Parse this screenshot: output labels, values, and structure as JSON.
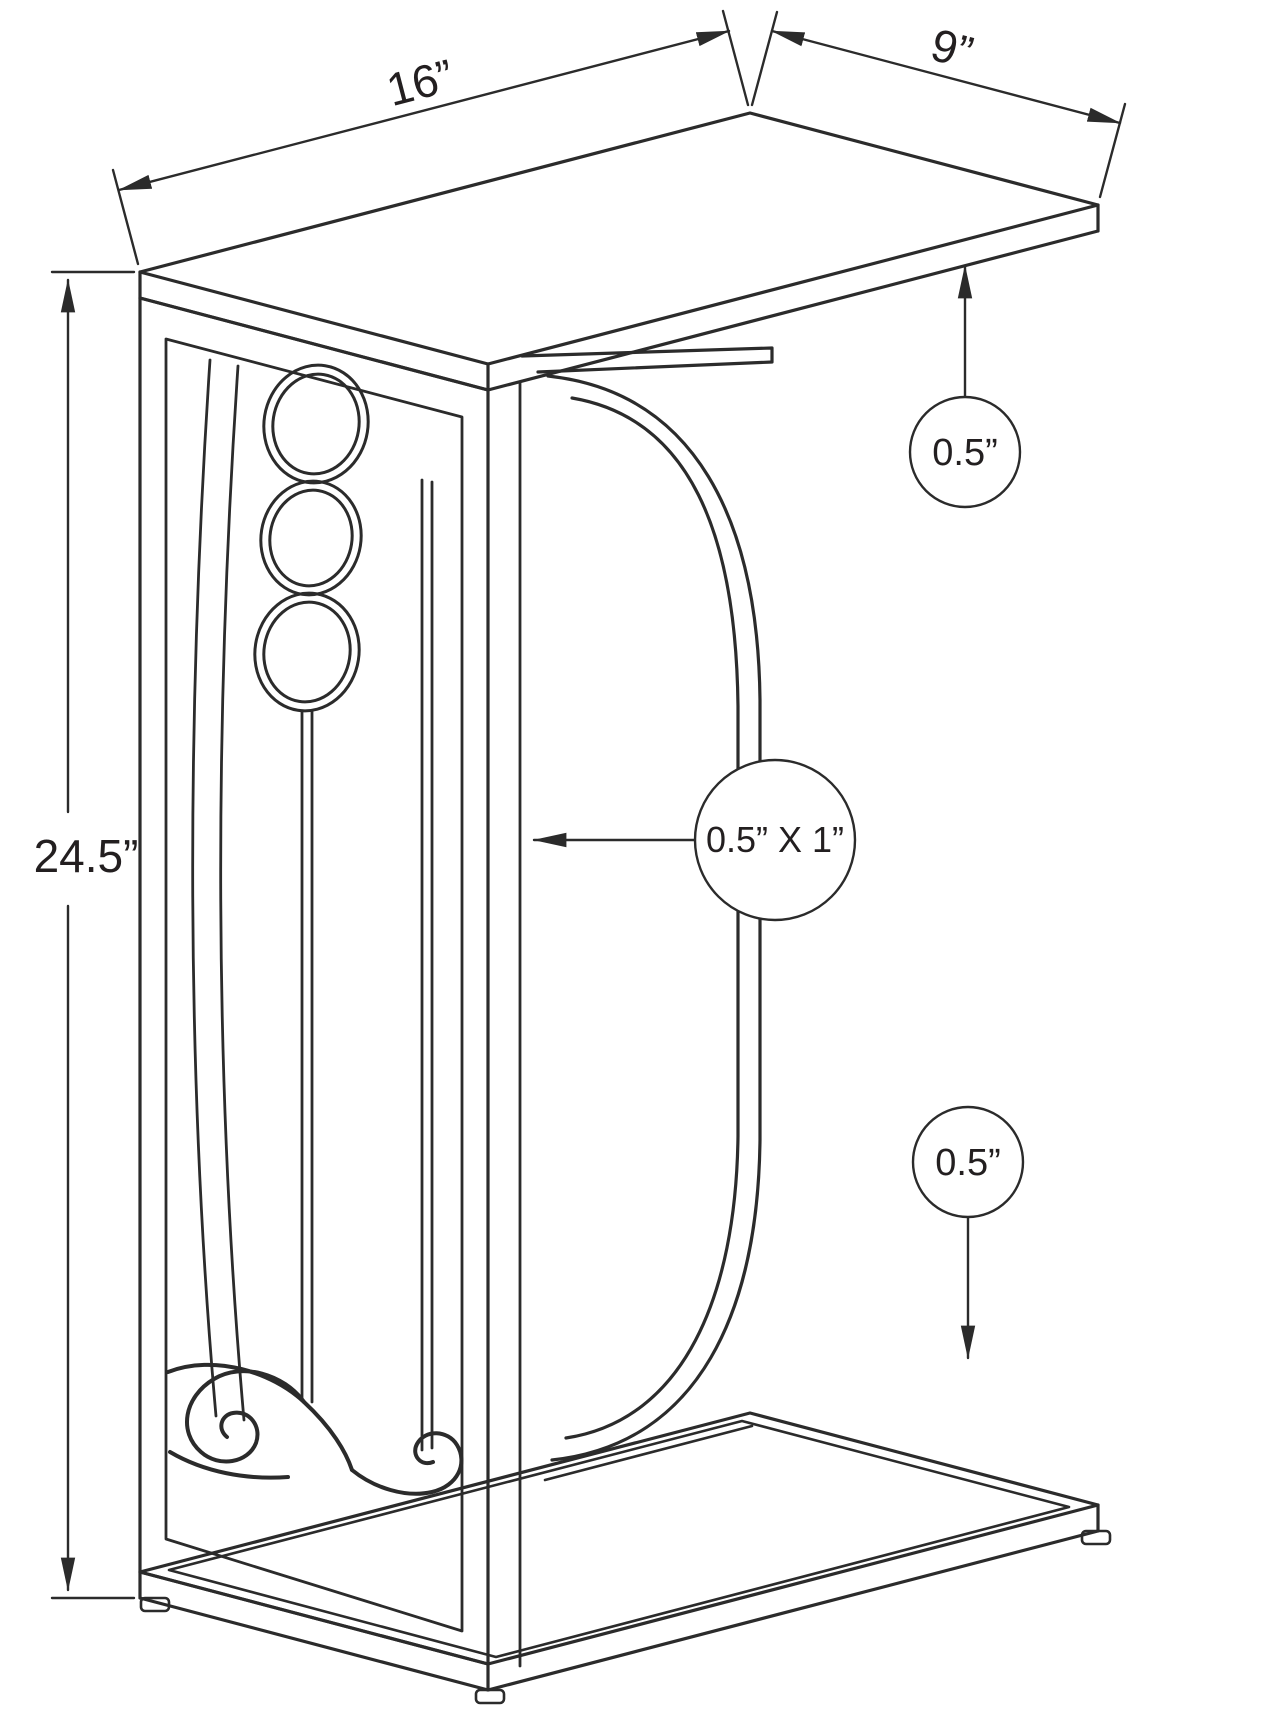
{
  "page": {
    "background": "#ffffff"
  },
  "diagram": {
    "type": "product-dimension-drawing",
    "subject": "c-shaped-accent-side-table-with-scroll-metal-frame",
    "colors": {
      "line": "#2b2b2b",
      "text": "#231f20",
      "callout_fill": "#ffffff"
    },
    "labels": {
      "top_length": "16”",
      "top_depth": "9”",
      "overall_height": "24.5”",
      "top_thickness": "0.5”",
      "frame_tube": "0.5” X 1”",
      "base_thickness": "0.5”"
    }
  }
}
